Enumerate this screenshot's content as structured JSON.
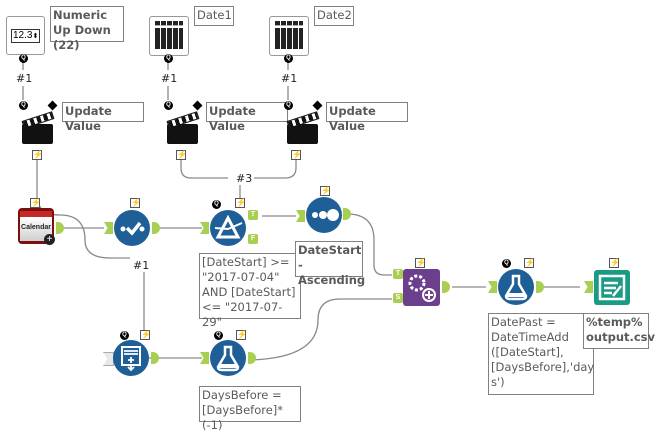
{
  "canvas": {
    "connection_labels": {
      "numeric_link": "#1",
      "date1_link": "#1",
      "date2_link": "#1",
      "merge_link": "#3",
      "filter_to_generate": "#1"
    },
    "tools": {
      "numeric_up_down": {
        "display_value": "12.3",
        "annotation": "Numeric Up Down (22)"
      },
      "date1": {
        "annotation": "Date1"
      },
      "date2": {
        "annotation": "Date2"
      },
      "action1": {
        "annotation": "Update Value"
      },
      "action2": {
        "annotation": "Update Value"
      },
      "action3": {
        "annotation": "Update Value"
      },
      "calendar": {
        "label": "Calendar"
      },
      "filter": {
        "annotation": "[DateStart] >= \"2017-07-04\" AND [DateStart] <= \"2017-07-29\"",
        "true_anchor": "T",
        "false_anchor": "F"
      },
      "sort": {
        "annotation": "DateStart - Ascending"
      },
      "append": {
        "target_anchor": "T",
        "source_anchor": "S"
      },
      "formula_datepast": {
        "annotation": "DatePast = DateTimeAdd ([DateStart], [DaysBefore],'day s')"
      },
      "output": {
        "annotation": "%temp% output.csv"
      },
      "formula_daysbefore": {
        "annotation": "DaysBefore = [DaysBefore]*(-1)"
      }
    },
    "badges": {
      "question": "Q",
      "lightning": "⚡"
    },
    "colors": {
      "tool_blue": "#1f5f97",
      "anchor_green": "#a9cf52",
      "append_purple": "#6b3f8c",
      "output_teal": "#1a9b86",
      "calendar_red": "#a51c1c"
    }
  }
}
